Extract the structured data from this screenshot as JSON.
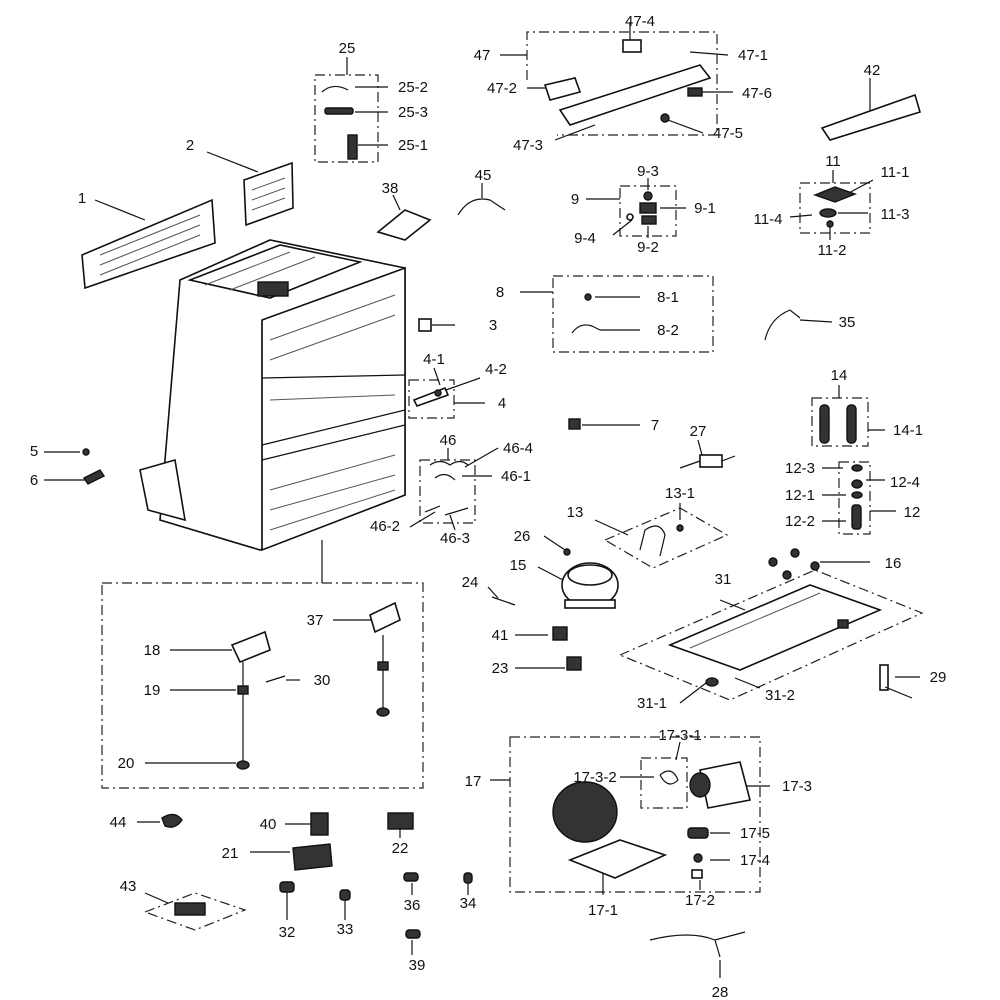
{
  "callouts": {
    "c1": "1",
    "c2": "2",
    "c3": "3",
    "c4": "4",
    "c4_1": "4-1",
    "c4_2": "4-2",
    "c5": "5",
    "c6": "6",
    "c7": "7",
    "c8": "8",
    "c8_1": "8-1",
    "c8_2": "8-2",
    "c9": "9",
    "c9_1": "9-1",
    "c9_2": "9-2",
    "c9_3": "9-3",
    "c9_4": "9-4",
    "c11": "11",
    "c11_1": "11-1",
    "c11_2": "11-2",
    "c11_3": "11-3",
    "c11_4": "11-4",
    "c12": "12",
    "c12_1": "12-1",
    "c12_2": "12-2",
    "c12_3": "12-3",
    "c12_4": "12-4",
    "c13": "13",
    "c13_1": "13-1",
    "c14": "14",
    "c14_1": "14-1",
    "c15": "15",
    "c16": "16",
    "c17": "17",
    "c17_1": "17-1",
    "c17_2": "17-2",
    "c17_3": "17-3",
    "c17_3_1": "17-3-1",
    "c17_3_2": "17-3-2",
    "c17_4": "17-4",
    "c17_5": "17-5",
    "c18": "18",
    "c19": "19",
    "c20": "20",
    "c21": "21",
    "c22": "22",
    "c23": "23",
    "c24": "24",
    "c25": "25",
    "c25_1": "25-1",
    "c25_2": "25-2",
    "c25_3": "25-3",
    "c26": "26",
    "c27": "27",
    "c28": "28",
    "c29": "29",
    "c30": "30",
    "c31": "31",
    "c31_1": "31-1",
    "c31_2": "31-2",
    "c32": "32",
    "c33": "33",
    "c34": "34",
    "c35": "35",
    "c36": "36",
    "c37": "37",
    "c38": "38",
    "c39": "39",
    "c40": "40",
    "c41": "41",
    "c42": "42",
    "c43": "43",
    "c44": "44",
    "c45": "45",
    "c46": "46",
    "c46_1": "46-1",
    "c46_2": "46-2",
    "c46_3": "46-3",
    "c46_4": "46-4",
    "c47": "47",
    "c47_1": "47-1",
    "c47_2": "47-2",
    "c47_3": "47-3",
    "c47_4": "47-4",
    "c47_5": "47-5",
    "c47_6": "47-6"
  }
}
